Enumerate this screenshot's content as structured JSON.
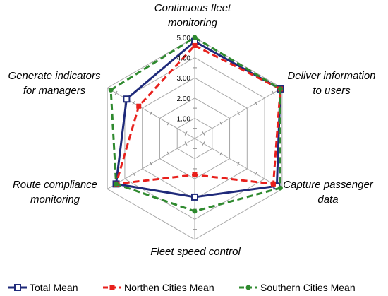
{
  "chart_data": {
    "type": "radar",
    "categories": [
      "Continuous fleet monitoring",
      "Deliver information to users",
      "Capture passenger data",
      "Fleet speed control",
      "Route compliance monitoring",
      "Generate indicators for managers"
    ],
    "category_lines": [
      [
        "Continuous fleet",
        "monitoring"
      ],
      [
        "Deliver information",
        "to users"
      ],
      [
        "Capture passenger",
        "data"
      ],
      [
        "Fleet speed control"
      ],
      [
        "Route compliance",
        "monitoring"
      ],
      [
        "Generate indicators",
        "for managers"
      ]
    ],
    "r_range": [
      0,
      5
    ],
    "ticks": [
      "1.00",
      "2.00",
      "3.00",
      "4.00",
      "5.00"
    ],
    "tick_values": [
      1,
      2,
      3,
      4,
      5
    ],
    "grid": true,
    "legend_position": "bottom",
    "series": [
      {
        "name": "Total Mean",
        "values": [
          4.8,
          4.9,
          4.7,
          2.9,
          4.5,
          3.9
        ],
        "color": "#1f2a7a",
        "marker": "open-square",
        "dash": "solid"
      },
      {
        "name": "Northen Cities Mean",
        "values": [
          4.6,
          4.9,
          4.5,
          1.8,
          4.5,
          3.2
        ],
        "color": "#e8201c",
        "marker": "filled-square",
        "dash": "dashed"
      },
      {
        "name": "Southern Cities Mean",
        "values": [
          5.0,
          4.9,
          4.9,
          3.6,
          4.5,
          4.8
        ],
        "color": "#2f8a2f",
        "marker": "filled-circle",
        "dash": "dashed"
      }
    ]
  }
}
